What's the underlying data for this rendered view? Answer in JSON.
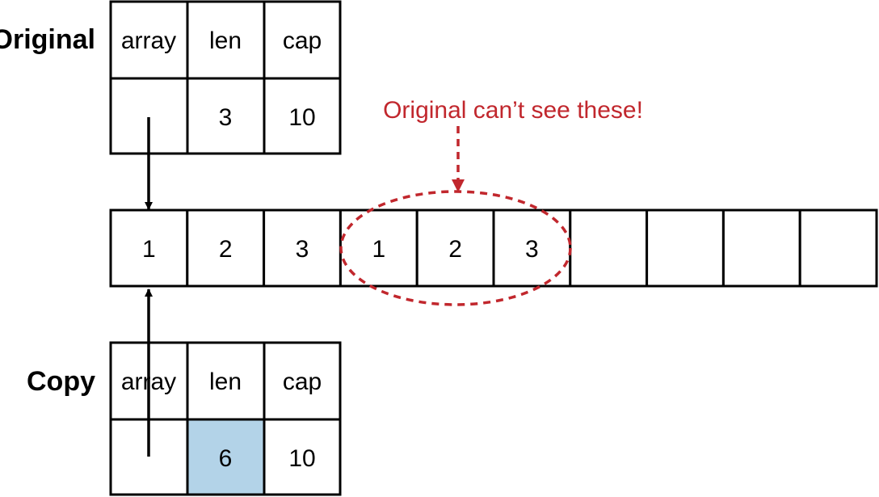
{
  "colors": {
    "line": "#000000",
    "cell_fill": "#ffffff",
    "highlight_fill": "#b3d3e8",
    "annotation": "#c1272d"
  },
  "original": {
    "heading": "Original",
    "headers": [
      "array",
      "len",
      "cap"
    ],
    "values": [
      "",
      "3",
      "10"
    ]
  },
  "copy": {
    "heading": "Copy",
    "headers": [
      "array",
      "len",
      "cap"
    ],
    "values": [
      "",
      "6",
      "10"
    ],
    "highlighted_field": "len"
  },
  "backing_array": {
    "cells": [
      "1",
      "2",
      "3",
      "1",
      "2",
      "3",
      "",
      "",
      "",
      ""
    ]
  },
  "annotation": {
    "text": "Original can’t see these!"
  }
}
